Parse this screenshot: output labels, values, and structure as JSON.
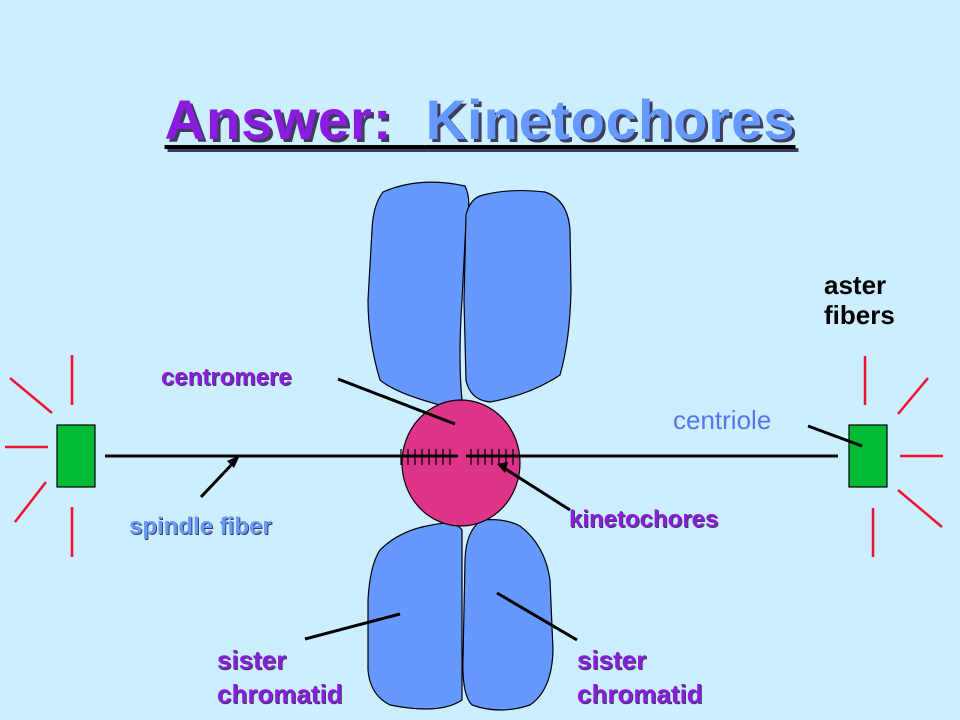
{
  "title": {
    "part1": "Answer:",
    "part2": "Kinetochores"
  },
  "labels": {
    "centromere": "centromere",
    "aster_line1": "aster",
    "aster_line2": "fibers",
    "centriole": "centriole",
    "kinetochores": "kinetochores",
    "spindle_fiber": "spindle fiber",
    "sister_left_line1": "sister",
    "sister_left_line2": "chromatid",
    "sister_right_line1": "sister",
    "sister_right_line2": "chromatid"
  },
  "colors": {
    "background": "#cceeff",
    "chromatid": "#6699ff",
    "centromere": "#dd3388",
    "centriole": "#00bb33",
    "aster": "#ee1133",
    "title_answer": "#8a1ce0",
    "title_kinetochores": "#6699ff"
  }
}
